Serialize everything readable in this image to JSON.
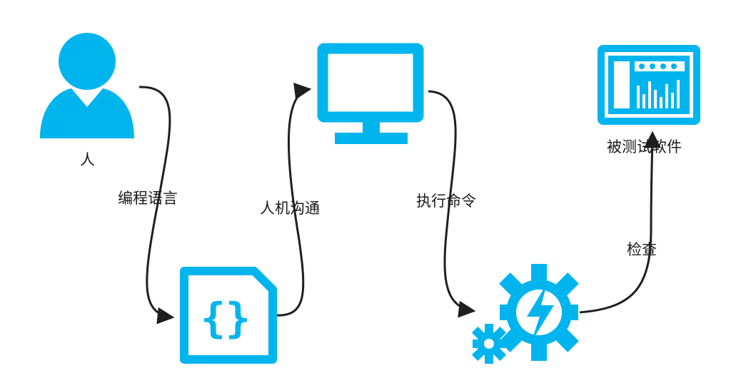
{
  "colors": {
    "icon": "#00b4ee",
    "arrow": "#1f1f1f",
    "text": "#1a1a1a"
  },
  "nodes": {
    "person": {
      "label": "人",
      "icon": "person-icon"
    },
    "code": {
      "icon": "code-file-icon"
    },
    "computer": {
      "icon": "monitor-icon"
    },
    "gears": {
      "icon": "gears-icon"
    },
    "software": {
      "label": "被测试软件",
      "icon": "dashboard-icon"
    }
  },
  "edges": [
    {
      "from": "person",
      "to": "code",
      "label": "编程语言"
    },
    {
      "from": "code",
      "to": "computer",
      "label": "人机沟通"
    },
    {
      "from": "computer",
      "to": "gears",
      "label": "执行命令"
    },
    {
      "from": "gears",
      "to": "software",
      "label": "检查"
    }
  ]
}
